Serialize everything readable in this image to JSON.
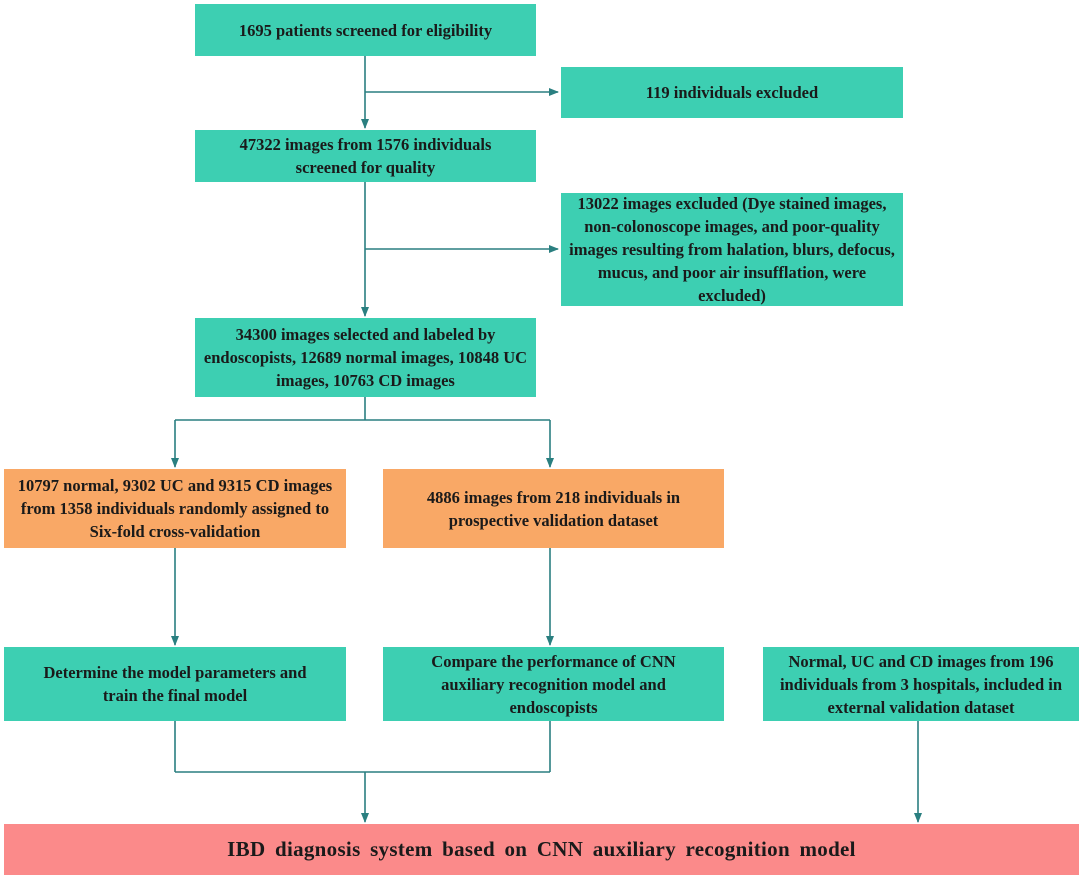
{
  "nodes": {
    "screened": "1695 patients screened for eligibility",
    "excluded_individuals": "119 individuals excluded",
    "quality_screen": "47322 images from 1576 individuals screened for quality",
    "excluded_images": "13022 images excluded (Dye stained images, non-colonoscope images, and poor-quality images resulting from halation, blurs, defocus, mucus, and poor air insufflation, were excluded)",
    "selected": "34300 images selected and labeled by endoscopists, 12689 normal images, 10848 UC images, 10763 CD images",
    "cross_validation": "10797 normal, 9302 UC and 9315 CD images from 1358 individuals randomly assigned to Six-fold cross-validation",
    "prospective": "4886 images from 218 individuals in prospective validation dataset",
    "model_params": "Determine the model parameters and train the final model",
    "compare": "Compare the performance of CNN auxiliary recognition model and endoscopists",
    "external": "Normal, UC and CD images from 196 individuals from 3 hospitals, included in external validation dataset",
    "final": "IBD diagnosis system based on CNN auxiliary recognition model"
  },
  "colors": {
    "teal": "#3dcfb2",
    "orange": "#f9a866",
    "pink": "#fb8a8a",
    "connector": "#2a7f80"
  }
}
